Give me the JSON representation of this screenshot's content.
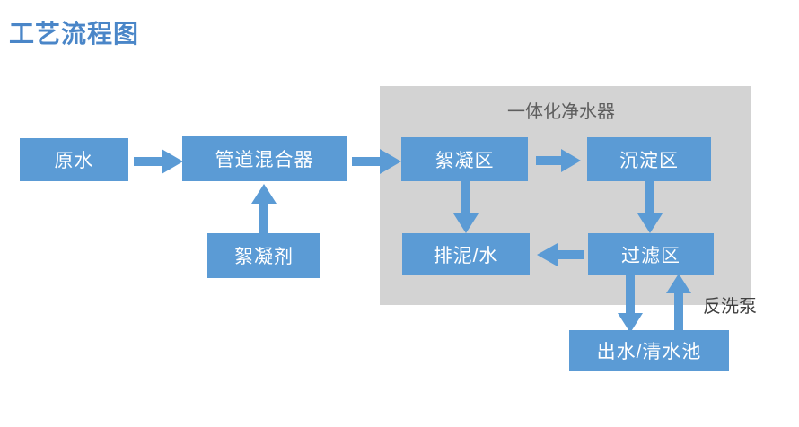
{
  "title": "工艺流程图",
  "colors": {
    "title": "#4A86C8",
    "node_fill": "#5B9BD5",
    "node_text": "#FFFFFF",
    "group_fill": "#D3D3D3",
    "group_label_text": "#5E5E5E",
    "arrow": "#5B9BD5",
    "free_label_text": "#404040",
    "background": "#FFFFFF"
  },
  "group": {
    "label": "一体化净水器"
  },
  "nodes": {
    "raw_water": "原水",
    "pipe_mixer": "管道混合器",
    "flocculant": "絮凝剂",
    "flocculation_zone": "絮凝区",
    "sedimentation_zone": "沉淀区",
    "sludge_water_discharge": "排泥/水",
    "filtration_zone": "过滤区",
    "effluent_clearwell": "出水/清水池"
  },
  "labels": {
    "backwash_pump": "反洗泵"
  },
  "flow": {
    "edges": [
      {
        "from": "原水",
        "to": "管道混合器",
        "direction": "right"
      },
      {
        "from": "絮凝剂",
        "to": "管道混合器",
        "direction": "up"
      },
      {
        "from": "管道混合器",
        "to": "絮凝区",
        "direction": "right"
      },
      {
        "from": "絮凝区",
        "to": "沉淀区",
        "direction": "right"
      },
      {
        "from": "絮凝区",
        "to": "排泥/水",
        "direction": "down"
      },
      {
        "from": "沉淀区",
        "to": "过滤区",
        "direction": "down"
      },
      {
        "from": "过滤区",
        "to": "排泥/水",
        "direction": "left"
      },
      {
        "from": "过滤区",
        "to": "出水/清水池",
        "direction": "down"
      },
      {
        "from": "出水/清水池",
        "to": "过滤区",
        "direction": "up",
        "label": "反洗泵"
      }
    ]
  }
}
